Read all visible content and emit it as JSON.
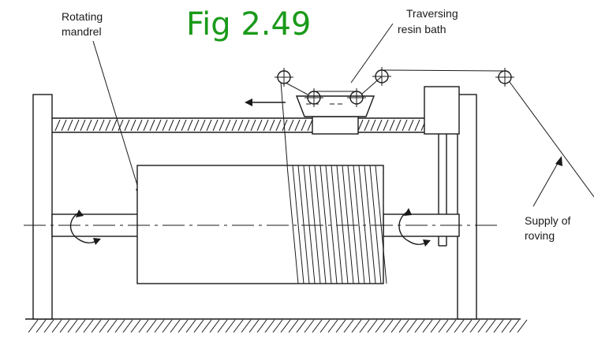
{
  "figure": {
    "title": "Fig 2.49",
    "title_color": "#1a9a1a",
    "labels": {
      "rotating_mandrel": [
        "Rotating",
        "mandrel"
      ],
      "traversing_resin_bath": [
        "Traversing",
        "resin bath"
      ],
      "supply_of_roving": [
        "Supply of",
        "roving"
      ]
    }
  },
  "colors": {
    "ink": "#1a1a1a",
    "background": "#ffffff"
  }
}
